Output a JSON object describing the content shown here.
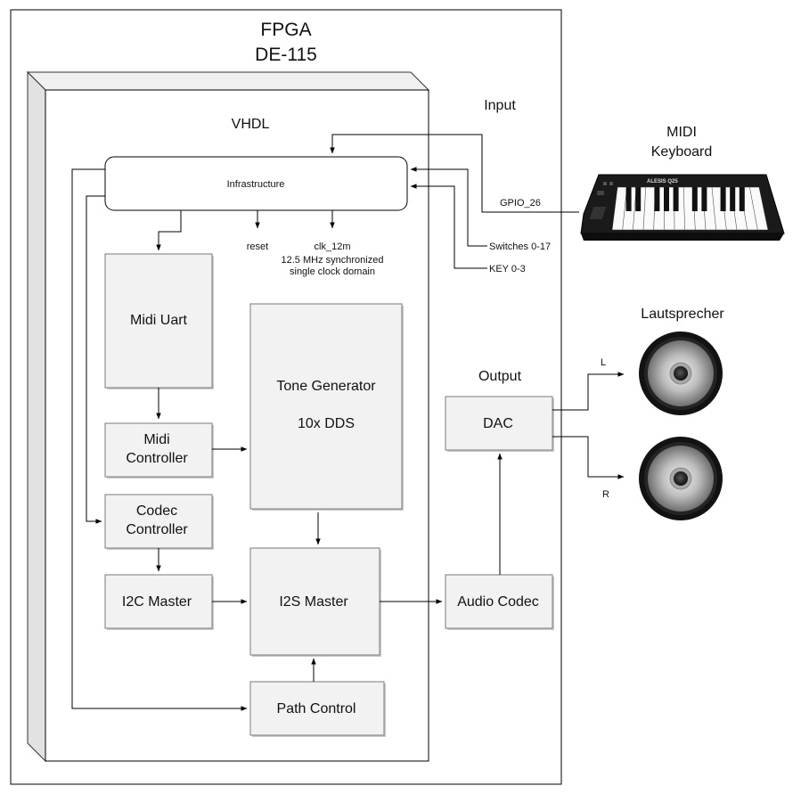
{
  "fpga": {
    "title_line1": "FPGA",
    "title_line2": "DE-115"
  },
  "vhdl": {
    "label": "VHDL"
  },
  "blocks": {
    "infrastructure": "Infrastructure",
    "midi_uart": "Midi Uart",
    "midi_controller_line1": "Midi",
    "midi_controller_line2": "Controller",
    "tone_generator_line1": "Tone Generator",
    "tone_generator_line2": "10x DDS",
    "codec_controller_line1": "Codec",
    "codec_controller_line2": "Controller",
    "i2c_master": "I2C Master",
    "i2s_master": "I2S Master",
    "path_control": "Path Control",
    "audio_codec": "Audio Codec",
    "dac": "DAC"
  },
  "signals": {
    "reset": "reset",
    "clk_line1": "clk_12m",
    "clk_line2": "12.5 MHz synchronized",
    "clk_line3": "single clock domain",
    "gpio": "GPIO_26",
    "switches": "Switches 0-17",
    "key": "KEY 0-3",
    "left": "L",
    "right": "R"
  },
  "sections": {
    "input": "Input",
    "output": "Output"
  },
  "devices": {
    "keyboard_line1": "MIDI",
    "keyboard_line2": "Keyboard",
    "keyboard_brand": "ALESIS Q25",
    "speakers": "Lautsprecher"
  }
}
